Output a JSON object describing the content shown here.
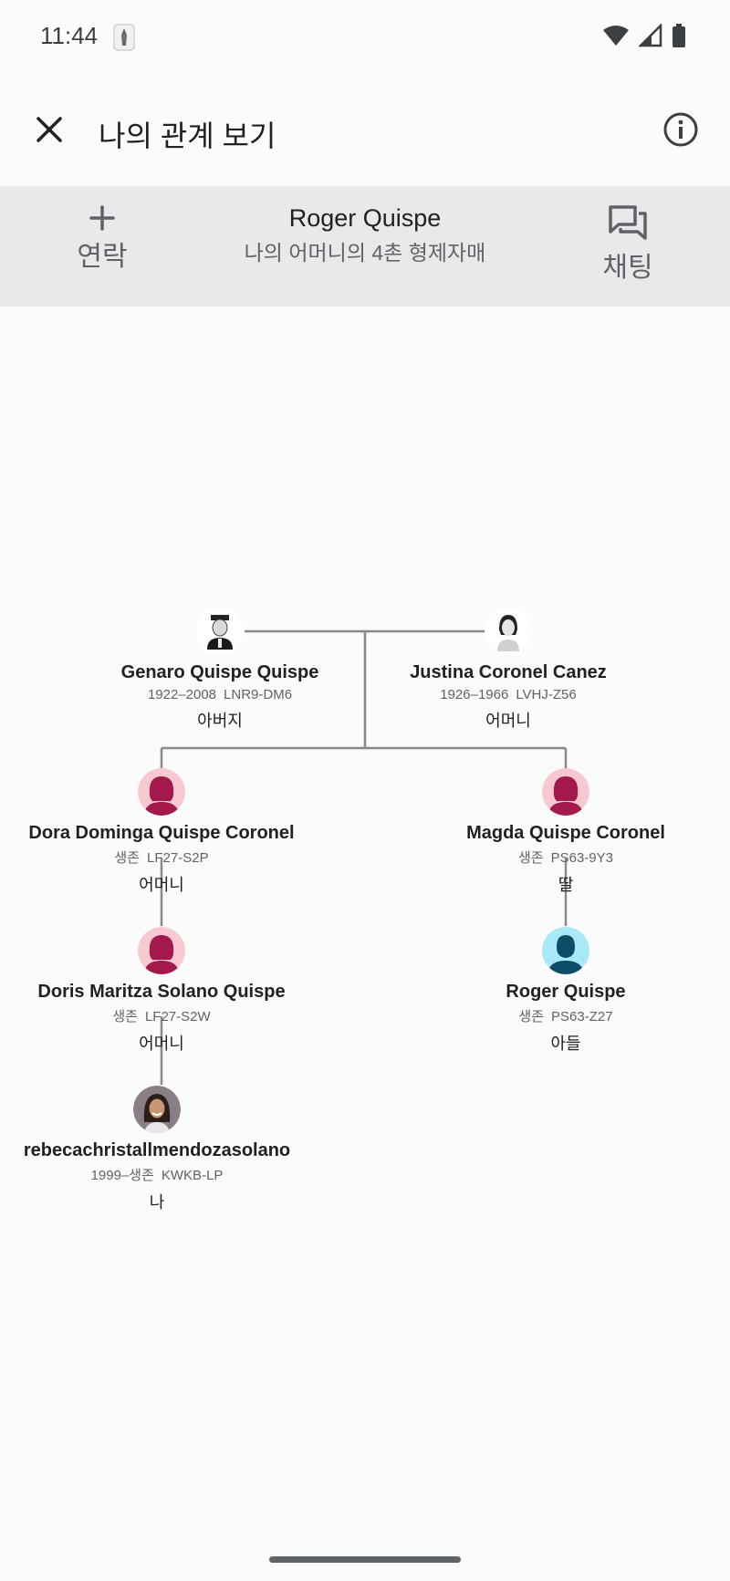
{
  "status": {
    "time": "11:44"
  },
  "header": {
    "title": "나의 관계 보기"
  },
  "summary": {
    "name": "Roger Quispe",
    "relationship": "나의 어머니의 4촌 형제자매",
    "contact_label": "연락",
    "chat_label": "채팅"
  },
  "tree": {
    "genaro": {
      "name": "Genaro Quispe Quispe",
      "dates": "1922–2008",
      "id": "LNR9-DM6",
      "relation": "아버지"
    },
    "justina": {
      "name": "Justina Coronel Canez",
      "dates": "1926–1966",
      "id": "LVHJ-Z56",
      "relation": "어머니"
    },
    "dora": {
      "name": "Dora Dominga Quispe Coronel",
      "dates": "생존",
      "id": "LF27-S2P",
      "relation": "어머니"
    },
    "magda": {
      "name": "Magda Quispe Coronel",
      "dates": "생존",
      "id": "PS63-9Y3",
      "relation": "딸"
    },
    "doris": {
      "name": "Doris Maritza Solano Quispe",
      "dates": "생존",
      "id": "LF27-S2W",
      "relation": "어머니"
    },
    "roger": {
      "name": "Roger Quispe",
      "dates": "생존",
      "id": "PS63-Z27",
      "relation": "아들"
    },
    "me": {
      "name": "rebecachristallmendozasolano",
      "dates": "1999–생존",
      "id": "KWKB-LP",
      "relation": "나"
    }
  },
  "colors": {
    "female_bg": "#f8c9d1",
    "female_fg": "#a3194b",
    "male_bg": "#a8e8f7",
    "male_fg": "#0f4c67",
    "line": "#8a8a8a"
  }
}
